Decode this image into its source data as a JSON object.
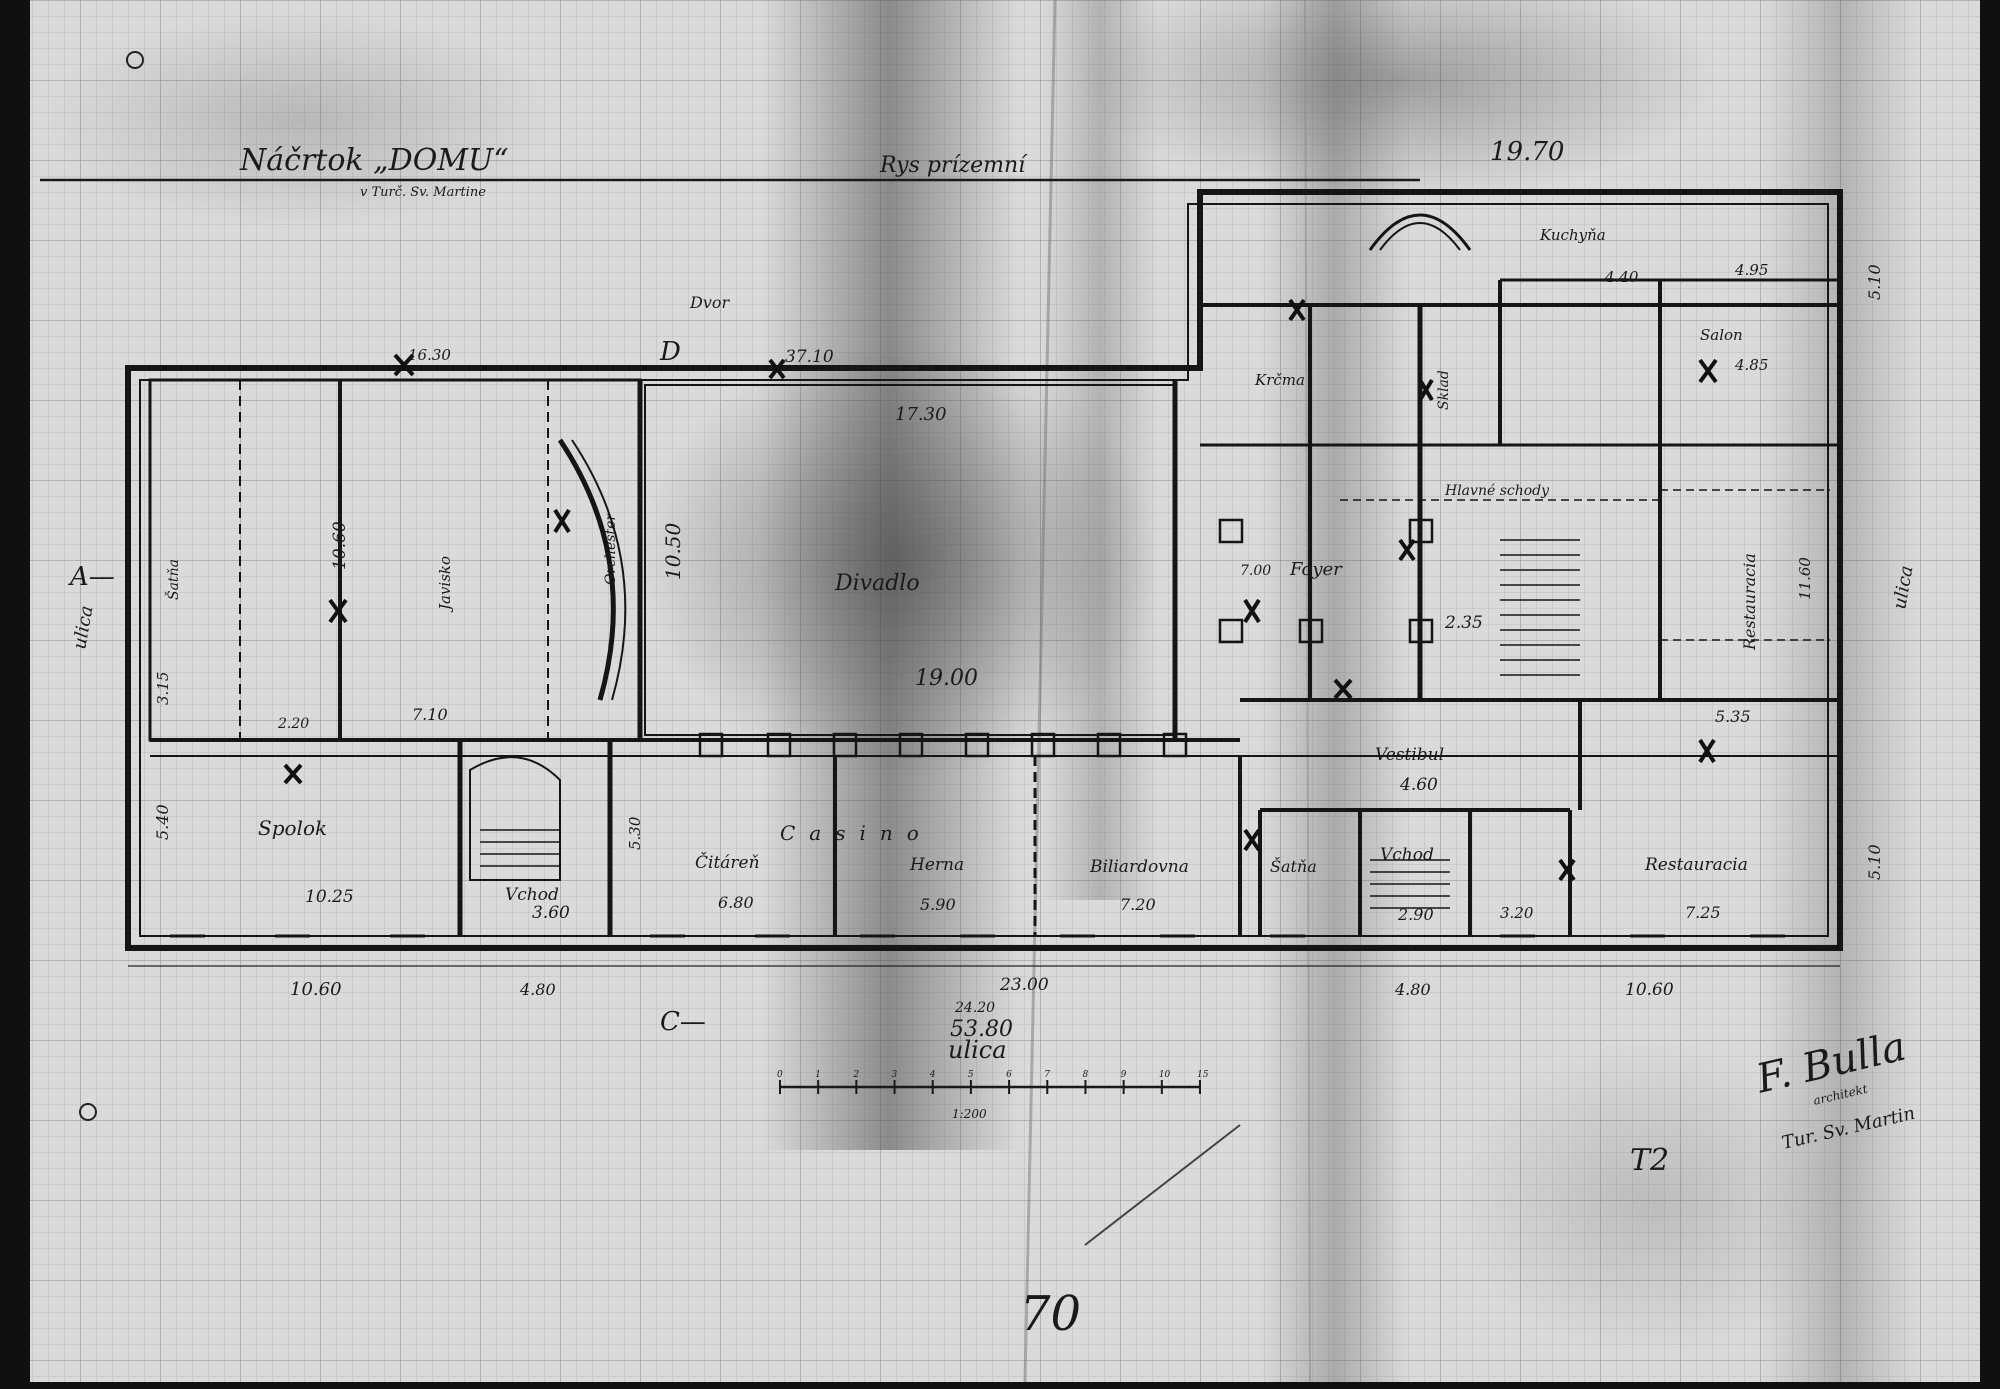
{
  "sheet": {
    "title": "Náčrtok „DOMU“",
    "subtitle": "v Turč. Sv. Martine",
    "plan_name": "Rys prízemní",
    "top_number": "19.70",
    "page_number": "70",
    "margin_mark": "T2"
  },
  "rooms": {
    "divadlo": "Divadlo",
    "spolok": "Spolok",
    "vchod": "Vchod",
    "foyer": "Foyer",
    "vestibul": "Vestibul",
    "restauracia_upper": "Restauracia",
    "restauracia_lower": "Restauracia",
    "citaren": "Čitáreň",
    "casino": "Casino",
    "herna": "Herna",
    "biliardovna": "Biliardovna",
    "satna": "Šatňa",
    "orchestr": "Orchester",
    "jeviste": "Javisko",
    "dvor": "Dvor",
    "ulica_bottom": "ulica",
    "ulica_right": "ulica",
    "ulica_left": "ulica",
    "tunel_vchod": "Vchod",
    "satna2": "Šatňa",
    "salon": "Salon",
    "kuchyna": "Kuchyňa",
    "hlavne_schody": "Hlavné schody",
    "krcma": "Krčma",
    "sklad": "Sklad"
  },
  "dimensions": {
    "d_10_50": "10.50",
    "d_19_00": "19.00",
    "d_17_30": "17.30",
    "d_37_10": "37.10",
    "d_16_30": "16.30",
    "d_10_60_a": "10.60",
    "d_10_60_b": "10.60",
    "d_10_60_c": "10.60",
    "d_10_25": "10.25",
    "d_4_80_a": "4.80",
    "d_4_80_b": "4.80",
    "d_3_60": "3.60",
    "d_4_60": "4.60",
    "d_5_40": "5.40",
    "d_5_30": "5.30",
    "d_5_35": "5.35",
    "d_5_10_a": "5.10",
    "d_5_10_b": "5.10",
    "d_6_80": "6.80",
    "d_5_90": "5.90",
    "d_7_20": "7.20",
    "d_2_90": "2.90",
    "d_3_20": "3.20",
    "d_7_25": "7.25",
    "d_23_00": "23.00",
    "d_24_20": "24.20",
    "d_53_80": "53.80",
    "d_7_10": "7.10",
    "d_2_20": "2.20",
    "d_3_15": "3.15",
    "d_11_60": "11.60",
    "d_4_40": "4.40",
    "d_4_95": "4.95",
    "d_4_85": "4.85",
    "d_2_35": "2.35",
    "d_7_00": "7.00"
  },
  "scale": {
    "label": "1:200",
    "ticks": [
      "0",
      "1",
      "2",
      "3",
      "4",
      "5",
      "6",
      "7",
      "8",
      "9",
      "10",
      "15"
    ]
  },
  "signature": {
    "name": "F. Bulla",
    "role": "architekt",
    "place": "Tur. Sv. Martin"
  },
  "colors": {
    "paper": "#dcdcdc",
    "paper_dark": "#8e8e8e",
    "ink": "#151515",
    "grid": "#b9b9b9",
    "frame": "#1e1e1e"
  }
}
